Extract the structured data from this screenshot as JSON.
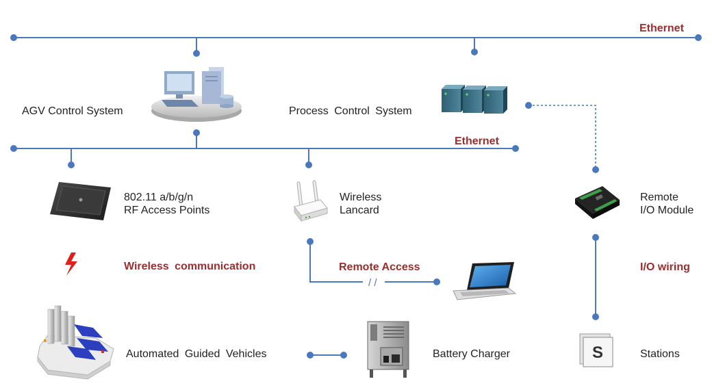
{
  "ethernet": {
    "top_label": "Ethernet",
    "middle_label": "Ethernet"
  },
  "agv_control_system": {
    "label": "AGV Control System"
  },
  "process_control_system": {
    "label": "Process Control System"
  },
  "rf_access_points": {
    "line1": "802.11 a/b/g/n",
    "line2": "RF Access Points"
  },
  "wireless_lancard": {
    "line1": "Wireless",
    "line2": "Lancard"
  },
  "remote_io_module": {
    "line1": "Remote",
    "line2": "I/O Module"
  },
  "wireless_communication": {
    "label": "Wireless communication"
  },
  "remote_access": {
    "label": "Remote Access",
    "break_mark": "/ /"
  },
  "io_wiring": {
    "label": "I/O wiring"
  },
  "automated_guided_vehicles": {
    "label": "Automated Guided Vehicles"
  },
  "battery_charger": {
    "label": "Battery Charger"
  },
  "stations": {
    "label": "Stations",
    "icon_letter": "S"
  },
  "colors": {
    "link_line": "#4a78bd",
    "accent_label": "#9b2d2d",
    "text": "#222222",
    "lightning": "#e0201c"
  },
  "icons": [
    "computer-workstation-icon",
    "plc-rack-icon",
    "rf-access-point-icon",
    "wireless-router-icon",
    "remote-io-module-icon",
    "lightning-icon",
    "laptop-icon",
    "agv-vehicle-icon",
    "battery-charger-icon",
    "stations-icon"
  ]
}
